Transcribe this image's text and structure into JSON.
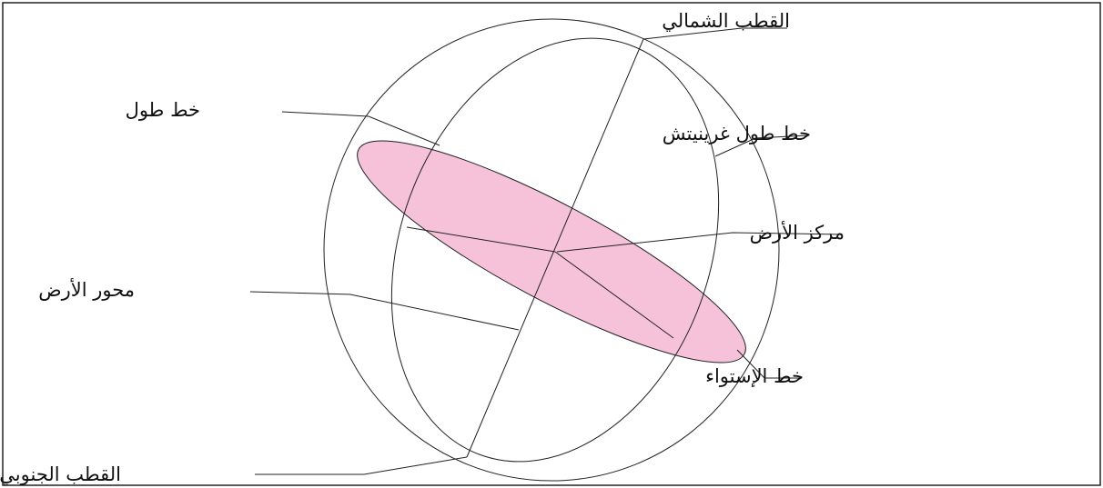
{
  "colors": {
    "equator_fill": "#F6C2D9",
    "line": "#222222",
    "frame": "#222222"
  },
  "labels": {
    "north_pole": "القطب الشمالي",
    "longitude": "خط طول",
    "greenwich": "خط طول غرينيتش",
    "earth_center": "مركز الأرض",
    "earth_axis": "محور الأرض",
    "equator": "خط الإستواء",
    "south_pole": "القطب الجنوبي"
  }
}
